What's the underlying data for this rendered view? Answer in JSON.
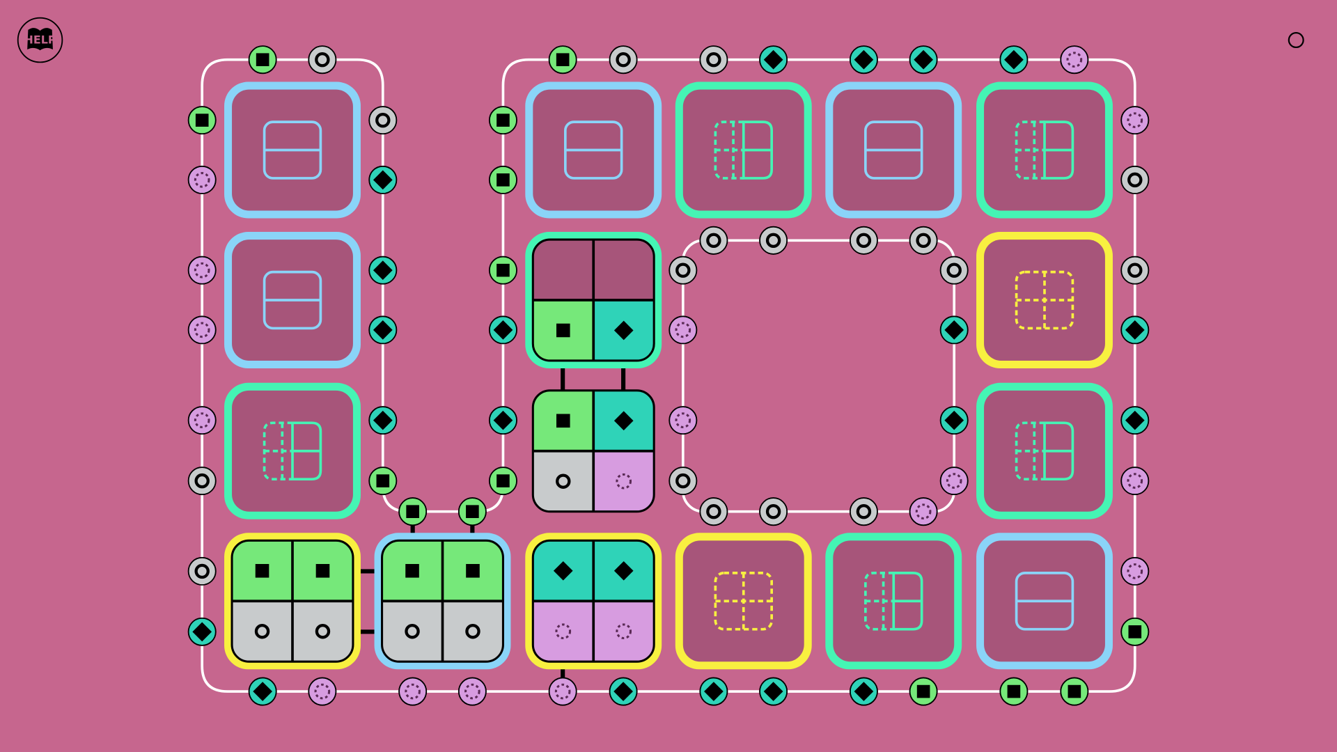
{
  "help_button": {
    "label": "HELP"
  },
  "colors": {
    "background": "#c6668e",
    "tile_fill": "#a7557a",
    "track": "#ffffff",
    "border_blue": "#8ad4f8",
    "border_green": "#45f4b4",
    "border_yellow": "#f8f040",
    "square": "#76e87a",
    "ring": "#c8cbcc",
    "diamond": "#2fd3b8",
    "dotted": "#d79ce0"
  },
  "tiles": [
    {
      "frame": "blue",
      "icon": "split"
    },
    {
      "frame": "blue",
      "icon": "split"
    },
    {
      "frame": "green",
      "icon": "half-dashed"
    },
    {
      "frame": "blue",
      "icon": "split"
    },
    {
      "frame": "green",
      "icon": "half-dashed"
    },
    {
      "frame": "blue",
      "icon": "split"
    },
    {
      "frame": "green",
      "quads": [
        "empty",
        "empty",
        "square",
        "diamond"
      ]
    },
    {
      "frame": "yellow",
      "icon": "dashed"
    },
    {
      "frame": "green",
      "icon": "half-dashed"
    },
    {
      "frame": "none",
      "quads": [
        "square",
        "diamond",
        "ring",
        "dotted"
      ]
    },
    {
      "frame": "green",
      "icon": "half-dashed"
    },
    {
      "frame": "yellow",
      "quads": [
        "square",
        "square",
        "ring",
        "ring"
      ]
    },
    {
      "frame": "blue",
      "quads": [
        "square",
        "square",
        "ring",
        "ring"
      ]
    },
    {
      "frame": "yellow",
      "quads": [
        "diamond",
        "diamond",
        "dotted",
        "dotted"
      ]
    },
    {
      "frame": "yellow",
      "icon": "dashed"
    },
    {
      "frame": "green",
      "icon": "half-dashed"
    },
    {
      "frame": "blue",
      "icon": "split"
    }
  ],
  "tracks": {
    "outer_top": [
      "square",
      "ring",
      "square",
      "ring",
      "ring",
      "diamond",
      "diamond",
      "diamond",
      "diamond",
      "dotted"
    ],
    "outer_left": [
      "square",
      "dotted",
      "dotted",
      "dotted",
      "dotted",
      "ring",
      "ring",
      "diamond"
    ],
    "notch_left": [
      "ring",
      "diamond",
      "diamond",
      "diamond",
      "diamond",
      "square"
    ],
    "notch_right": [
      "square",
      "square",
      "square",
      "diamond",
      "diamond",
      "square"
    ],
    "notch_bottom": [
      "square",
      "square"
    ],
    "outer_right": [
      "dotted",
      "ring",
      "ring",
      "diamond",
      "diamond",
      "dotted",
      "dotted",
      "square"
    ],
    "outer_bottom": [
      "diamond",
      "dotted",
      "dotted",
      "dotted",
      "dotted",
      "diamond",
      "diamond",
      "diamond",
      "diamond",
      "square",
      "square",
      "square"
    ],
    "inner_top": [
      "ring",
      "ring",
      "ring",
      "ring"
    ],
    "inner_left": [
      "ring",
      "dotted",
      "dotted",
      "ring"
    ],
    "inner_right": [
      "ring",
      "diamond",
      "diamond",
      "dotted"
    ],
    "inner_bottom": [
      "ring",
      "ring",
      "ring",
      "dotted"
    ]
  }
}
